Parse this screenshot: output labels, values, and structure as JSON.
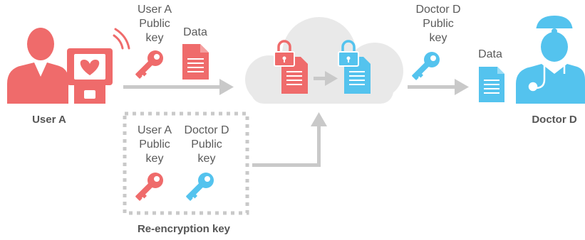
{
  "colors": {
    "red": "#ef6b6b",
    "blue": "#54c3ee",
    "cloud": "#e9e9e9",
    "arrow": "#c9c9c9",
    "text": "#5a5a5a"
  },
  "actors": {
    "user_a": "User A",
    "doctor_d": "Doctor D"
  },
  "top": {
    "user_key_l1": "User A",
    "user_key_l2": "Public",
    "user_key_l3": "key",
    "data_label": "Data",
    "doctor_key_l1": "Doctor D",
    "doctor_key_l2": "Public",
    "doctor_key_l3": "key",
    "doctor_data_label": "Data"
  },
  "reencryption": {
    "user_key_l1": "User A",
    "user_key_l2": "Public",
    "user_key_l3": "key",
    "doctor_key_l1": "Doctor D",
    "doctor_key_l2": "Public",
    "doctor_key_l3": "key",
    "title": "Re-encryption key"
  },
  "icons": [
    "user-icon",
    "heart-monitor-icon",
    "wifi-signal-icon",
    "key-icon",
    "document-icon",
    "cloud-icon",
    "lock-icon",
    "doctor-icon",
    "stethoscope-icon",
    "arrow-icon"
  ]
}
